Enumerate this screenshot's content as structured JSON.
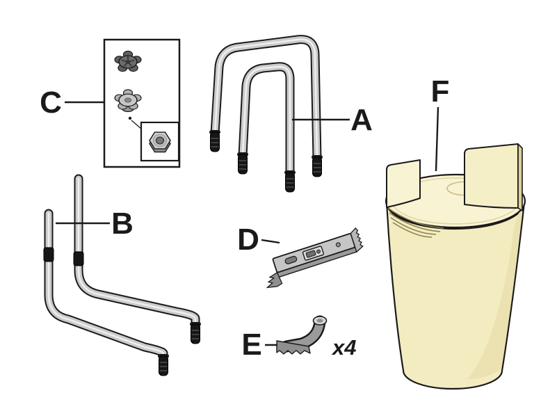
{
  "figure": {
    "kind": "assembly-parts-diagram",
    "parts": [
      {
        "id": "A",
        "label": "A",
        "name": "inverted-u-tube-frames"
      },
      {
        "id": "B",
        "label": "B",
        "name": "bent-base-tube-frame"
      },
      {
        "id": "C",
        "label": "C",
        "name": "star-knobs-with-lock-nut-inset"
      },
      {
        "id": "D",
        "label": "D",
        "name": "toothed-mounting-bracket"
      },
      {
        "id": "E",
        "label": "E",
        "name": "corner-foot-bracket",
        "quantity_note": "x4"
      },
      {
        "id": "F",
        "label": "F",
        "name": "tapered-cover-with-top-flaps"
      }
    ],
    "palette": {
      "outline": "#1a1a1a",
      "tube_fill": "#cbcbcb",
      "tube_highlight": "#efefef",
      "threaded_tip": "#161616",
      "metal_light": "#c6c6c6",
      "metal_mid": "#8f8f8f",
      "cover_body": "#f3ecc0",
      "cover_top": "#f8f3d2",
      "cover_shade": "#eadfad",
      "background": "#ffffff"
    }
  }
}
